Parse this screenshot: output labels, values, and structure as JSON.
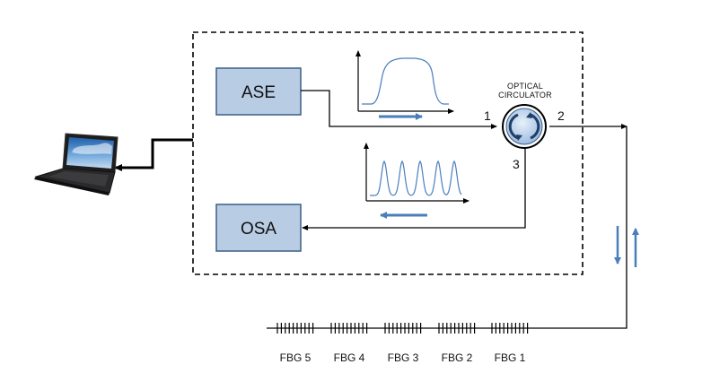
{
  "blocks": {
    "ase": "ASE",
    "osa": "OSA"
  },
  "circulator": {
    "title_line1": "OPTICAL",
    "title_line2": "CIRCULATOR",
    "port1": "1",
    "port2": "2",
    "port3": "3"
  },
  "gratings": [
    {
      "label": "FBG  5"
    },
    {
      "label": "FBG 4"
    },
    {
      "label": "FBG 3"
    },
    {
      "label": "FBG 2"
    },
    {
      "label": "FBG 1"
    }
  ],
  "icons": {
    "computer": "laptop-icon",
    "circulator": "circulator-icon"
  },
  "colors": {
    "block_fill": "#b8cce4",
    "block_stroke": "#3b5f86",
    "arrow_blue": "#4a7ebb",
    "line": "#000000"
  }
}
